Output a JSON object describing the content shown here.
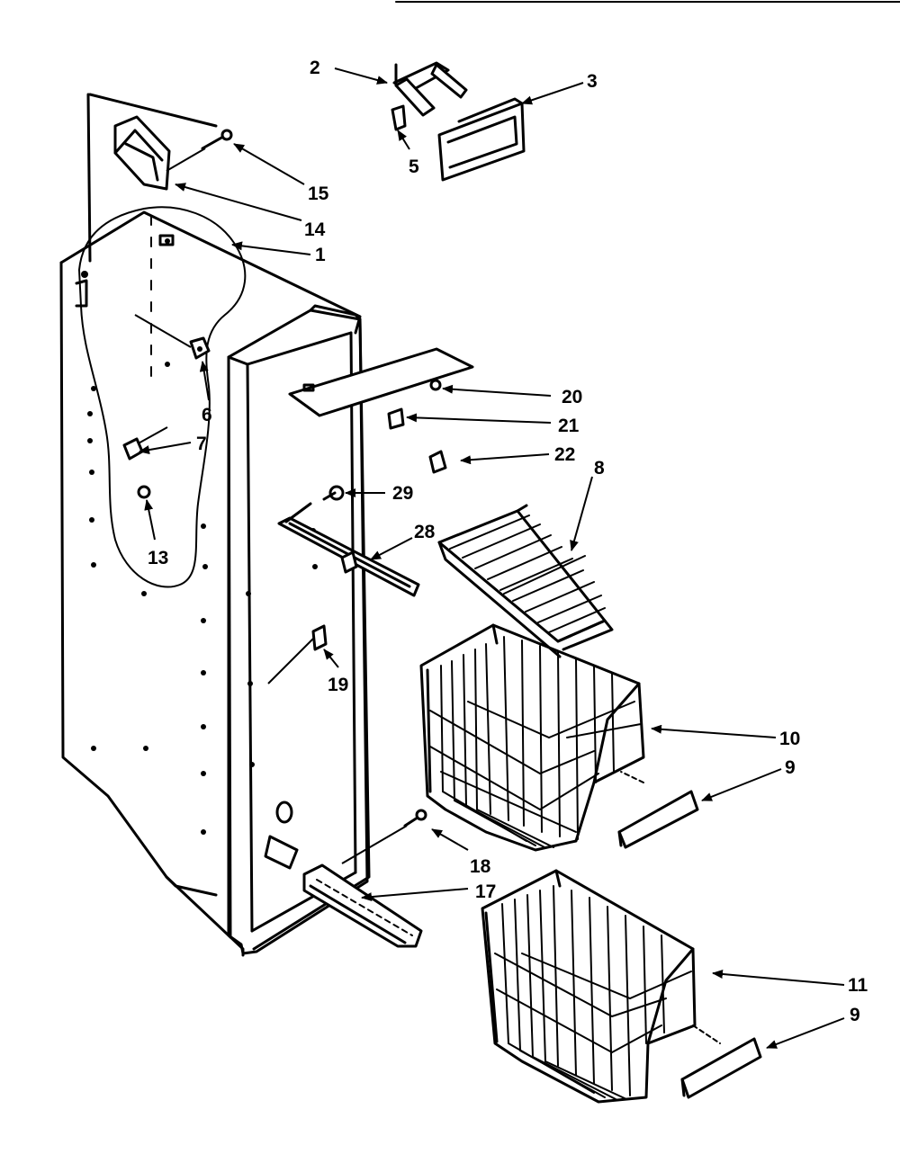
{
  "diagram": {
    "callouts": {
      "c1": "1",
      "c2": "2",
      "c3": "3",
      "c5": "5",
      "c6": "6",
      "c7": "7",
      "c8": "8",
      "c9a": "9",
      "c9b": "9",
      "c10": "10",
      "c11": "11",
      "c13": "13",
      "c14": "14",
      "c15": "15",
      "c17": "17",
      "c18": "18",
      "c19": "19",
      "c20": "20",
      "c21": "21",
      "c22": "22",
      "c28": "28",
      "c29": "29"
    }
  }
}
